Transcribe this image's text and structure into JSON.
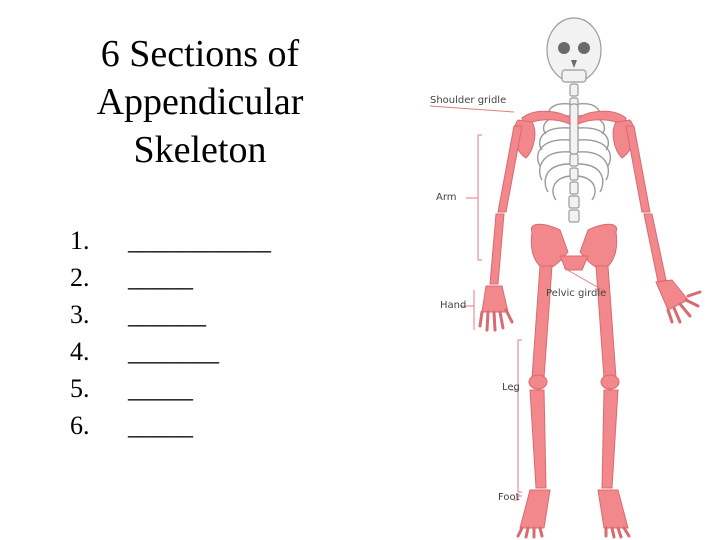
{
  "title": {
    "line1": "6 Sections of",
    "line2": "Appendicular",
    "line3": "Skeleton"
  },
  "list": {
    "items": [
      {
        "number": "1.",
        "blank": "___________"
      },
      {
        "number": "2.",
        "blank": "_____"
      },
      {
        "number": "3.",
        "blank": "______"
      },
      {
        "number": "4.",
        "blank": "_______"
      },
      {
        "number": "5.",
        "blank": "_____"
      },
      {
        "number": "6.",
        "blank": "_____"
      }
    ]
  },
  "figure": {
    "labels": {
      "shoulder": "Shoulder gridle",
      "arm": "Arm",
      "hand": "Hand",
      "pelvic": "Pelvic girdle",
      "leg": "Leg",
      "foot": "Foot"
    },
    "colors": {
      "appendicular": "#f2888c",
      "appendicular_outline": "#d96a70",
      "axial": "#f2f2f2",
      "axial_outline": "#9a9a9a",
      "leader_line": "#e07c80"
    }
  }
}
